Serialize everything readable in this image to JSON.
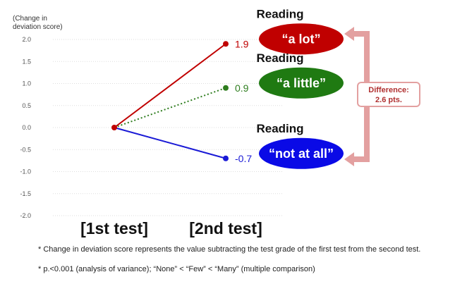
{
  "chart_data": {
    "type": "line",
    "ylabel": "(Change in\ndeviation score)",
    "ylim": [
      -2.0,
      2.0
    ],
    "yticks": [
      2.0,
      1.5,
      1.0,
      0.5,
      0.0,
      -0.5,
      -1.0,
      -1.5,
      -2.0
    ],
    "grid": true,
    "categories": [
      "[1st test]",
      "[2nd test]"
    ],
    "series": [
      {
        "values": [
          0,
          1.9
        ],
        "color": "#c00000",
        "style": "solid",
        "end_label": "1.9",
        "group_label": "Reading",
        "group_name": "“a lot”",
        "oval_color": "#c00000"
      },
      {
        "values": [
          0,
          0.9
        ],
        "color": "#2e7d1e",
        "style": "dotted",
        "end_label": "0.9",
        "group_label": "Reading",
        "group_name": "“a little”",
        "oval_color": "#1f7a12"
      },
      {
        "values": [
          0,
          -0.7
        ],
        "color": "#1a1ad6",
        "style": "solid",
        "end_label": "-0.7",
        "group_label": "Reading",
        "group_name": "“not at all”",
        "oval_color": "#0a0ae6"
      }
    ],
    "annotation": {
      "text": "Difference:\n2.6 pts.",
      "color": "#e3a0a0"
    }
  },
  "notes": [
    "* Change in deviation score represents the value subtracting the test grade of the first test from the second test.",
    "* p.<0.001  (analysis of variance); “None” < “Few” < “Many”  (multiple comparison)"
  ]
}
